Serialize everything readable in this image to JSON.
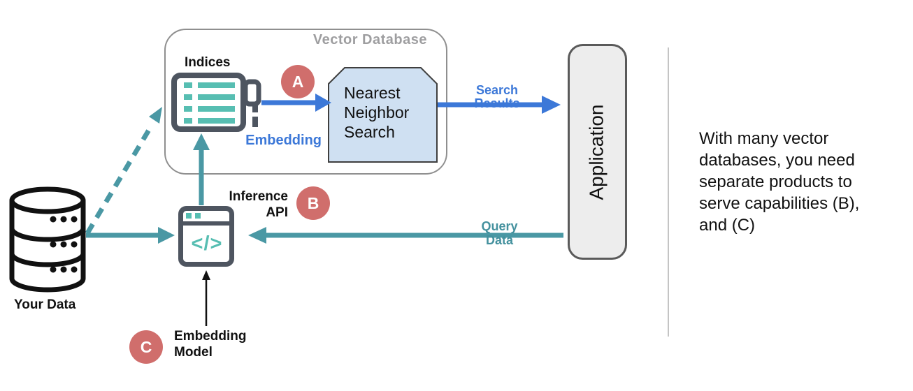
{
  "diagram": {
    "vector_database_label": "Vector Database",
    "indices_label": "Indices",
    "nearest_neighbor_label": "Nearest\nNeighbor\nSearch",
    "embedding_label": "Embedding",
    "search_results_label": "Search\nResults",
    "query_data_label": "Query\nData",
    "application_label": "Application",
    "inference_api_label": "Inference\nAPI",
    "inference_code_glyph": "</>",
    "your_data_label": "Your Data",
    "embedding_model_label": "Embedding\nModel",
    "badge_a": "A",
    "badge_b": "B",
    "badge_c": "C"
  },
  "note": {
    "text": "With many vector\ndatabases, you need\nseparate products to\nserve capabilities (B),\nand (C)"
  },
  "colors": {
    "teal_arrow": "#4A98A4",
    "teal_icon_accent": "#57BEB2",
    "blue_arrow": "#3C78D8",
    "coral_badge": "#D06E6C",
    "slate_icon": "#4E5560",
    "nearest_neighbor_fill": "#CFE0F2",
    "application_fill": "#EDEDED",
    "container_border_gray": "#8F8F8F",
    "vector_database_label_gray": "#9E9EA0",
    "divider_gray": "#C4C4C4"
  }
}
